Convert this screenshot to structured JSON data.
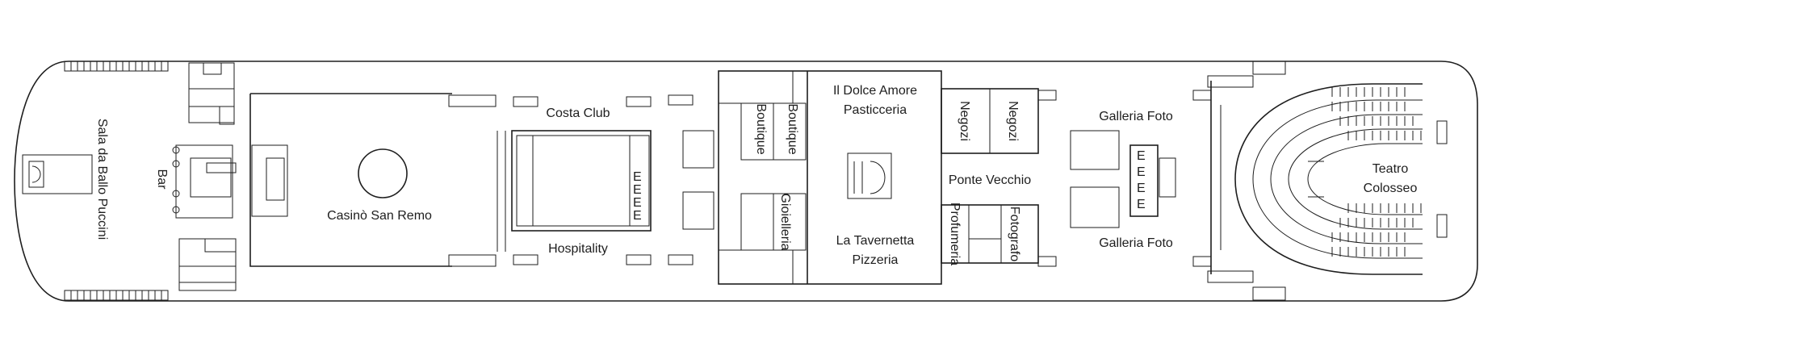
{
  "deck_plan": {
    "labels": {
      "sala_ballo": "Sala da Ballo Puccini",
      "bar": "Bar",
      "casino": "Casinò San Remo",
      "costa_club": "Costa Club",
      "hospitality": "Hospitality",
      "boutique": "Boutique",
      "gioielleria": "Gioielleria",
      "dolce_amore_1": "Il Dolce Amore",
      "dolce_amore_2": "Pasticceria",
      "tavernetta_1": "La Tavernetta",
      "tavernetta_2": "Pizzeria",
      "negozi": "Negozi",
      "ponte_vecchio": "Ponte Vecchio",
      "profumeria": "Profumeria",
      "fotografo": "Fotografo",
      "galleria_foto": "Galleria Foto",
      "teatro_1": "Teatro",
      "teatro_2": "Colosseo",
      "elevator_mark": "E"
    },
    "colors": {
      "line": "#1e1e1e",
      "background": "#ffffff"
    }
  }
}
